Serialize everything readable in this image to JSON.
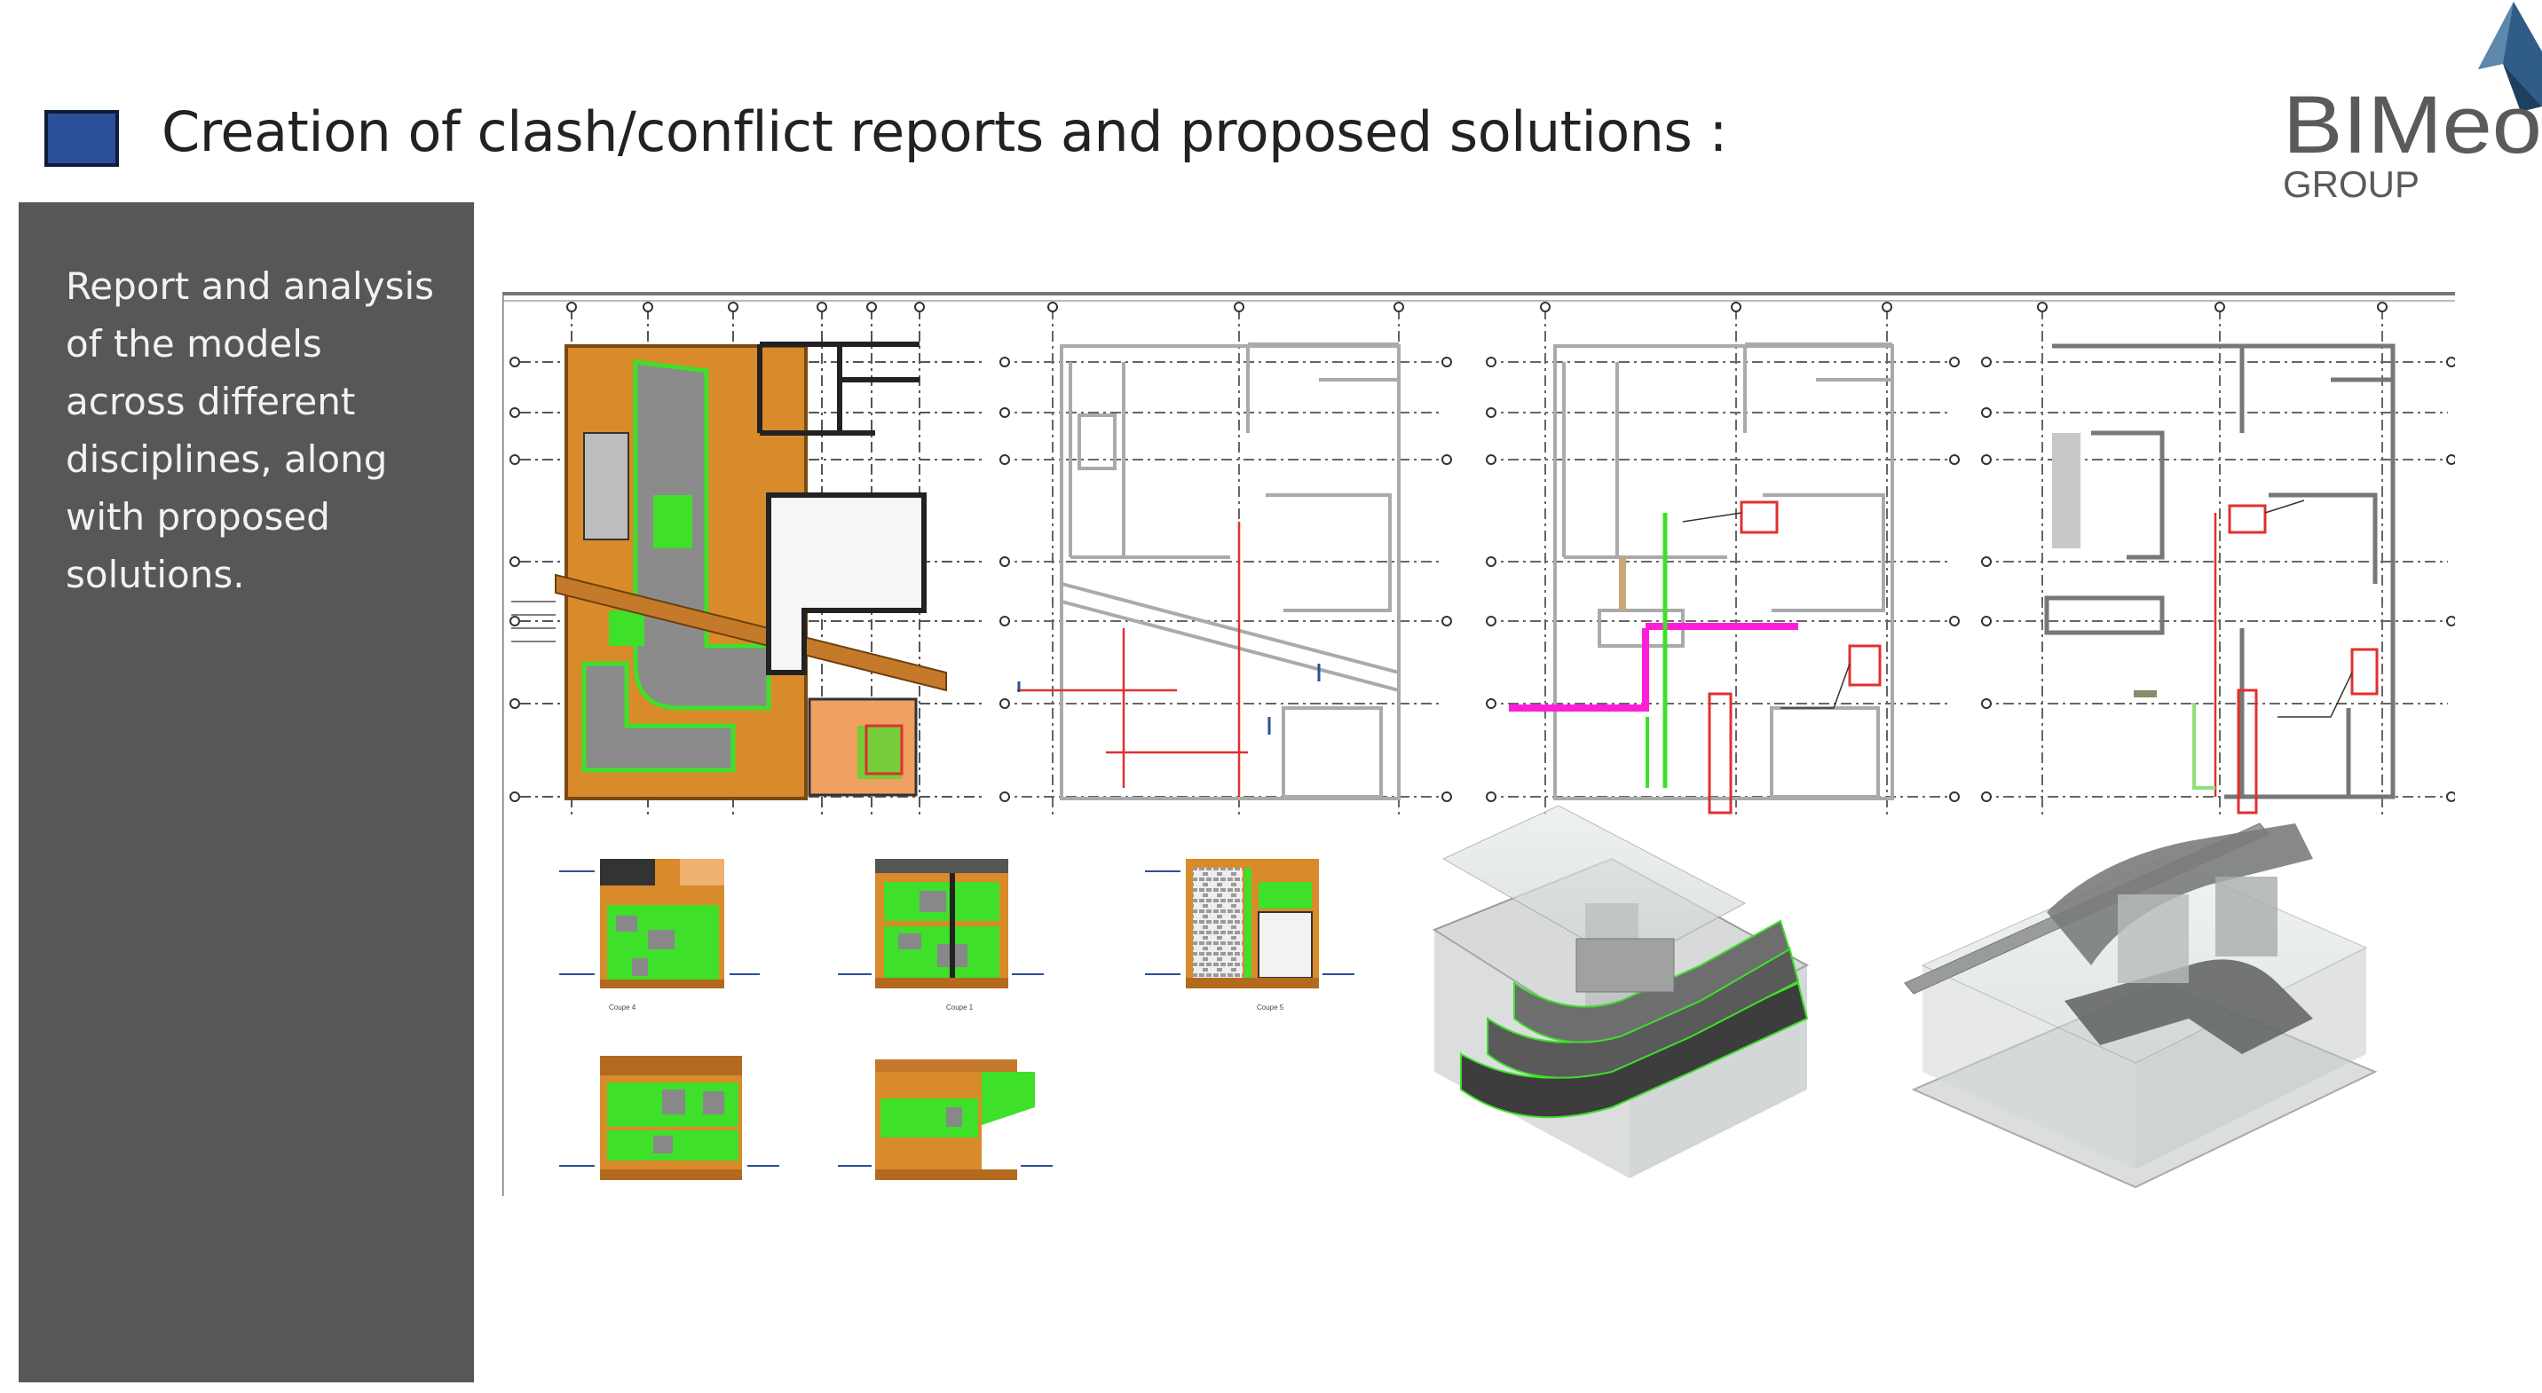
{
  "slide": {
    "title": "Creation of clash/conflict reports and proposed solutions :",
    "side_text": "Report and analysis of the models across different disciplines, along with proposed solutions."
  },
  "logo": {
    "name": "BIMeo",
    "sub": "GROUP"
  },
  "drawings": {
    "plans": [
      "plan-mep-coordination",
      "plan-architectural-clash",
      "plan-duct-clash",
      "plan-pipe-clash"
    ],
    "sections": [
      "Coupe 4",
      "Coupe 1",
      "Coupe 5"
    ],
    "views_3d": [
      "3d-duct-routing",
      "3d-ceiling-void"
    ]
  },
  "colors": {
    "accent": "#2c4f99",
    "panel": "#575757",
    "duct_green": "#3ee02a",
    "structure_orange": "#d98a2b",
    "clash_red": "#e03030",
    "pipe_magenta": "#ff1ed8"
  }
}
